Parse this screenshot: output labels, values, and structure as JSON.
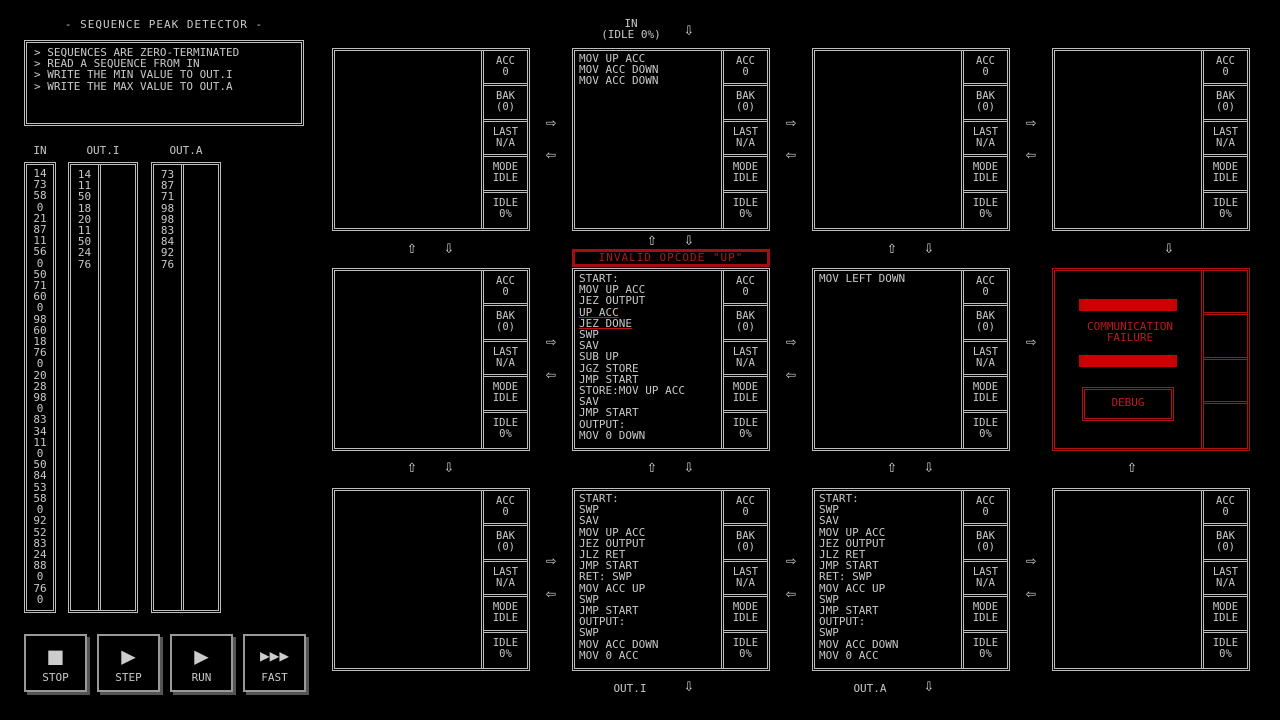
{
  "puzzle": {
    "title": "- SEQUENCE PEAK DETECTOR -",
    "description": [
      "> SEQUENCES ARE ZERO-TERMINATED",
      "> READ A SEQUENCE FROM IN",
      "> WRITE THE MIN VALUE TO OUT.I",
      "> WRITE THE MAX VALUE TO OUT.A"
    ]
  },
  "streams": {
    "in": {
      "label": "IN",
      "values": [
        "14",
        "73",
        "58",
        "0",
        "21",
        "87",
        "11",
        "56",
        "0",
        "50",
        "71",
        "60",
        "0",
        "98",
        "60",
        "18",
        "76",
        "0",
        "20",
        "28",
        "98",
        "0",
        "83",
        "34",
        "11",
        "0",
        "50",
        "84",
        "53",
        "58",
        "0",
        "92",
        "52",
        "83",
        "24",
        "88",
        "0",
        "76",
        "0"
      ]
    },
    "out_i": {
      "label": "OUT.I",
      "values": [
        "14",
        "11",
        "50",
        "18",
        "20",
        "11",
        "50",
        "24",
        "76"
      ]
    },
    "out_a": {
      "label": "OUT.A",
      "values": [
        "73",
        "87",
        "71",
        "98",
        "98",
        "83",
        "84",
        "92",
        "76"
      ]
    }
  },
  "controls": [
    {
      "label": "STOP",
      "icon": "stop-icon",
      "glyph": "■"
    },
    {
      "label": "STEP",
      "icon": "step-icon",
      "glyph": "▶"
    },
    {
      "label": "RUN",
      "icon": "run-icon",
      "glyph": "▶"
    },
    {
      "label": "FAST",
      "icon": "fast-icon",
      "glyph": "▶▶▶"
    }
  ],
  "io": {
    "in_label": "IN",
    "in_idle": "(IDLE 0%)",
    "out_i": "OUT.I",
    "out_a": "OUT.A"
  },
  "reg_labels": [
    "ACC",
    "BAK",
    "LAST",
    "MODE",
    "IDLE"
  ],
  "reg_values": [
    "0",
    "(0)",
    "N/A",
    "IDLE",
    "0%"
  ],
  "error": "INVALID OPCODE \"UP\"",
  "failure": {
    "text1": "COMMUNICATION",
    "text2": "FAILURE",
    "button": "DEBUG"
  },
  "nodes": [
    [
      [],
      [
        "MOV UP ACC",
        "MOV ACC DOWN",
        "MOV ACC DOWN"
      ],
      [],
      []
    ],
    [
      [],
      [
        "START:",
        "MOV UP ACC",
        "JEZ OUTPUT",
        "UP ACC",
        "JEZ DONE",
        "SWP",
        "SAV",
        "SUB UP",
        "JGZ STORE",
        "JMP START",
        "STORE:MOV UP ACC",
        "SAV",
        "JMP START",
        "OUTPUT:",
        "MOV 0 DOWN"
      ],
      [
        "MOV LEFT DOWN"
      ],
      null
    ],
    [
      [],
      [
        "START:",
        "SWP",
        "SAV",
        "MOV UP ACC",
        "JEZ OUTPUT",
        "JLZ RET",
        "JMP START",
        "RET: SWP",
        "MOV ACC UP",
        "SWP",
        "JMP START",
        "OUTPUT:",
        "SWP",
        "MOV ACC DOWN",
        "MOV 0 ACC"
      ],
      [
        "START:",
        "SWP",
        "SAV",
        "MOV UP ACC",
        "JEZ OUTPUT",
        "JLZ RET",
        "JMP START",
        "RET: SWP",
        "MOV ACC UP",
        "SWP",
        "JMP START",
        "OUTPUT:",
        "SWP",
        "MOV ACC DOWN",
        "MOV 0 ACC"
      ],
      []
    ]
  ]
}
